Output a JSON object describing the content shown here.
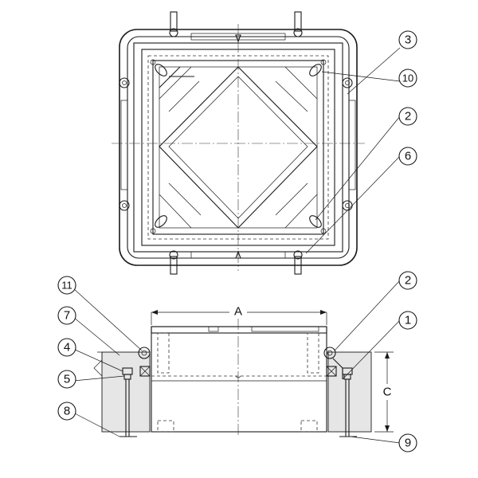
{
  "callouts": {
    "c1": "1",
    "c2_top": "2",
    "c2_bottom": "2",
    "c3": "3",
    "c4": "4",
    "c5": "5",
    "c6": "6",
    "c7": "7",
    "c8": "8",
    "c9": "9",
    "c10": "10",
    "c11": "11"
  },
  "dimensions": {
    "width_label": "A",
    "depth_label": "C"
  }
}
